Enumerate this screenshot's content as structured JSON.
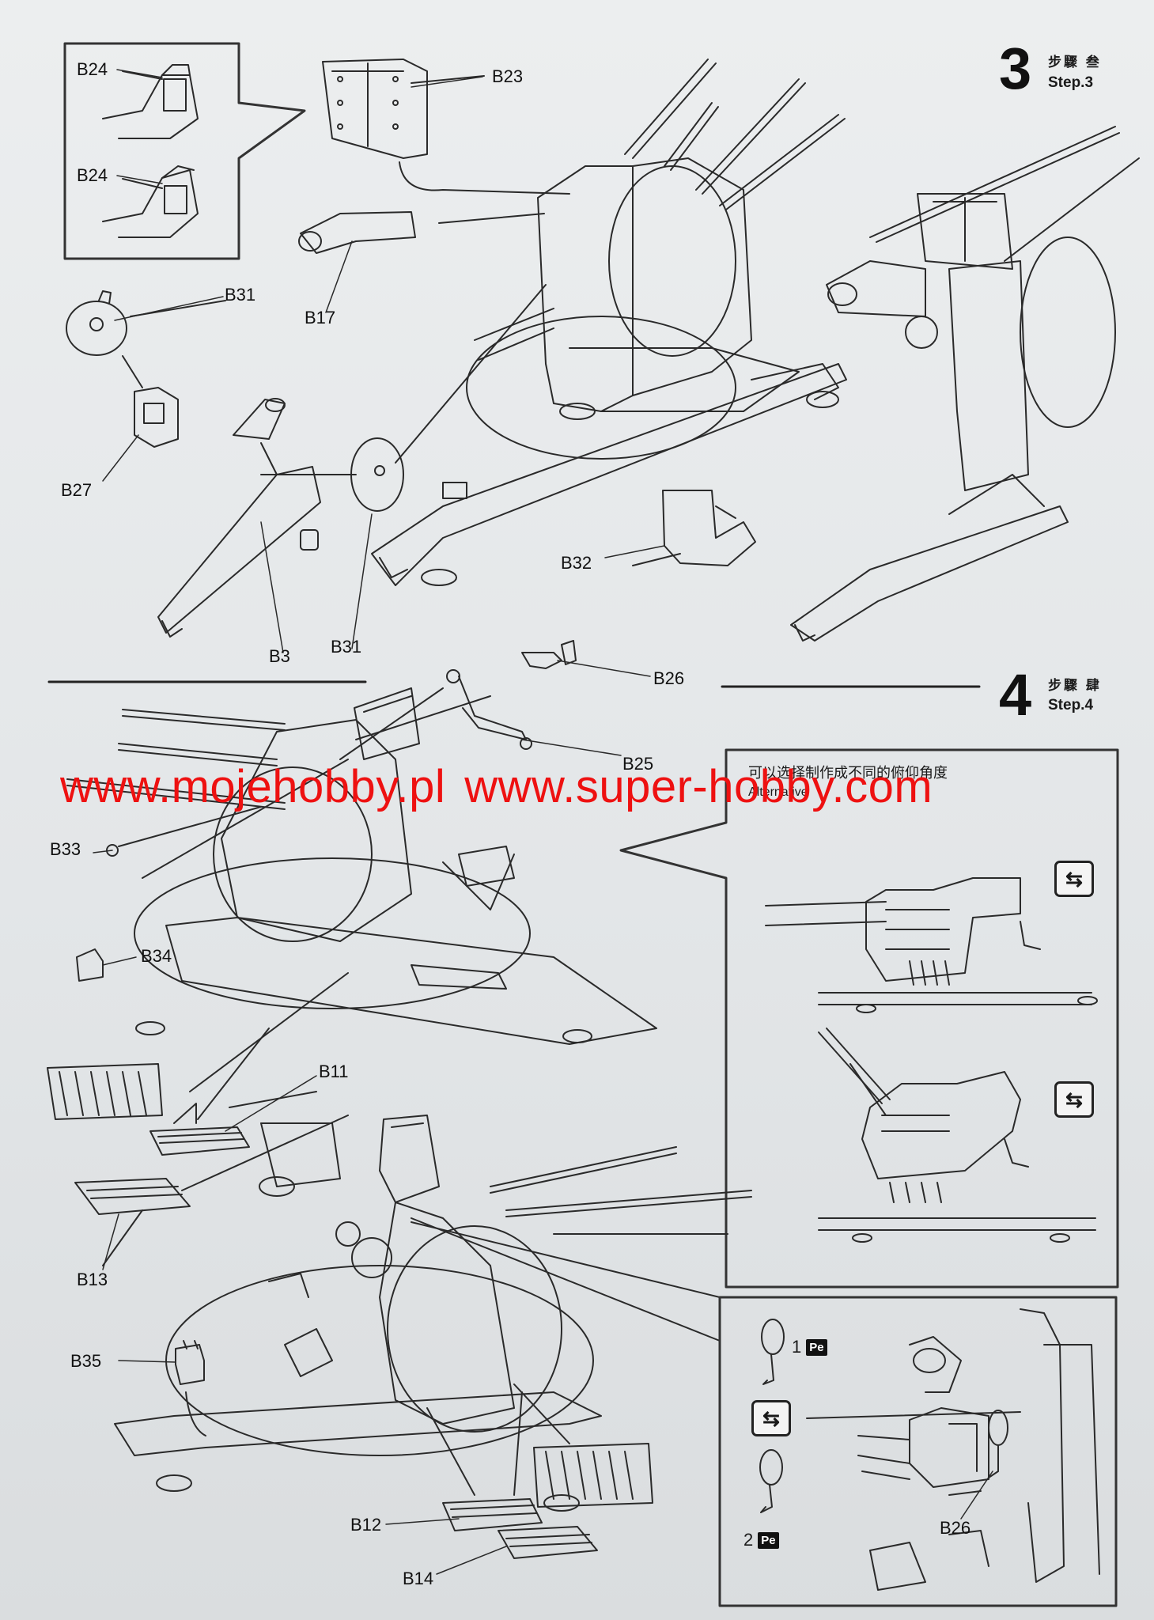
{
  "steps": {
    "step3": {
      "number": "3",
      "chinese": "步驟 叁",
      "english": "Step.3"
    },
    "step4": {
      "number": "4",
      "chinese": "步驟 肆",
      "english": "Step.4"
    }
  },
  "step3_labels": {
    "b24_a": "B24",
    "b24_b": "B24",
    "b23": "B23",
    "b17": "B17",
    "b31_a": "B31",
    "b27": "B27",
    "b3": "B3",
    "b31_b": "B31",
    "b32": "B32"
  },
  "step4_labels": {
    "b26": "B26",
    "b25": "B25",
    "b33": "B33",
    "b34": "B34",
    "b11": "B11",
    "b13": "B13",
    "b35": "B35",
    "b12": "B12",
    "b14": "B14",
    "b26_detail": "B26"
  },
  "note": {
    "chinese": "可以选择制作成不同的俯仰角度",
    "english": "Alternative"
  },
  "pe_parts": {
    "pe1": {
      "number": "1",
      "badge": "Pe"
    },
    "pe2": {
      "number": "2",
      "badge": "Pe"
    }
  },
  "alternative_icon": "⇆",
  "watermark": {
    "left": "www.mojehobby.pl",
    "right": "www.super-hobby.com",
    "color": "#ee1111"
  },
  "icons": [
    "alternative-swap-icon",
    "pe-photo-etch-icon",
    "crank-handle-icon"
  ]
}
